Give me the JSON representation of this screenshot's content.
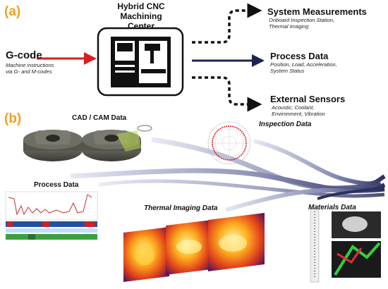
{
  "panel_a": {
    "label": "(a)",
    "center_title": "Hybrid CNC\nMachining Center",
    "gcode": {
      "title": "G-code",
      "subtitle": "Machine instructions\nvia G- and M-codes"
    },
    "outputs": [
      {
        "title": "System Measurements",
        "subtitle": "Onboard Inspection Station,\nThermal Imaging"
      },
      {
        "title": "Process Data",
        "subtitle": "Position, Load, Acceleration,\nSystem Status"
      },
      {
        "title": "External Sensors",
        "subtitle": "Acoustic, Coolant,\nEnvironment, Vibration"
      }
    ]
  },
  "panel_b": {
    "label": "(b)",
    "cad_cam": "CAD / CAM Data",
    "inspection": "Inspection Data",
    "process": "Process Data",
    "thermal": "Thermal Imaging Data",
    "materials": "Materials Data"
  },
  "colors": {
    "accent": "#f0a020",
    "arrow_red": "#d62020",
    "arrow_navy": "#1c2352",
    "ribbon": "#9ea3c4"
  }
}
